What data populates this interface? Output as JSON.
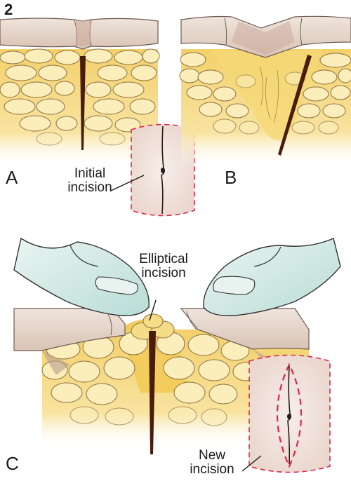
{
  "figure_number": "2",
  "panels": {
    "a": {
      "letter": "A",
      "callout": [
        "Initial",
        "incision"
      ]
    },
    "b": {
      "letter": "B"
    },
    "c": {
      "letter": "C",
      "callout_top": [
        "Elliptical",
        "incision"
      ],
      "callout_bottom": [
        "New",
        "incision"
      ]
    }
  },
  "colors": {
    "skin": "#e2cfc3",
    "skin_dark": "#b79a8b",
    "fat": "#f6dc86",
    "fat_light": "#fbedb8",
    "incision": "#4a1c0c",
    "glove": "#cfe6e2",
    "dashed_outline": "#e0244a"
  }
}
